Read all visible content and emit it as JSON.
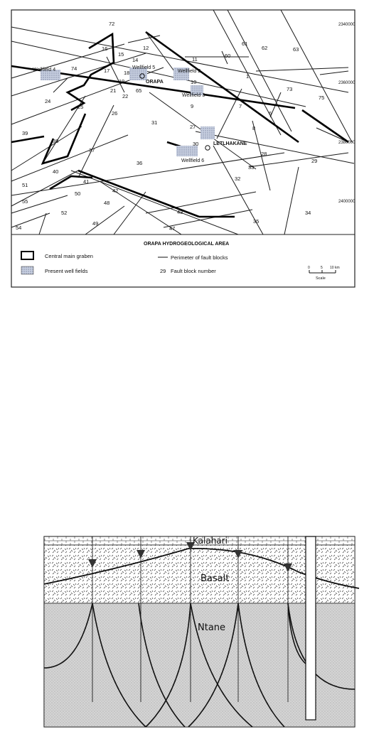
{
  "map": {
    "title": "ORAPA HYDROGEOLOGICAL AREA",
    "coords": [
      "2340000",
      "2360000",
      "2380000",
      "2400000"
    ],
    "labels": [
      {
        "id": "b72",
        "text": "72"
      },
      {
        "id": "b16",
        "text": "16"
      },
      {
        "id": "b15",
        "text": "15"
      },
      {
        "id": "b12",
        "text": "12"
      },
      {
        "id": "b11",
        "text": "11"
      },
      {
        "id": "b60",
        "text": "60"
      },
      {
        "id": "b61",
        "text": "61"
      },
      {
        "id": "b62",
        "text": "62"
      },
      {
        "id": "b63",
        "text": "63"
      },
      {
        "id": "b14",
        "text": "14"
      },
      {
        "id": "b17",
        "text": "17"
      },
      {
        "id": "b18",
        "text": "18"
      },
      {
        "id": "b19",
        "text": "19"
      },
      {
        "id": "b21",
        "text": "21"
      },
      {
        "id": "b22",
        "text": "22"
      },
      {
        "id": "b65",
        "text": "65"
      },
      {
        "id": "b10",
        "text": "10"
      },
      {
        "id": "b1",
        "text": "1"
      },
      {
        "id": "b73",
        "text": "73"
      },
      {
        "id": "b75",
        "text": "75"
      },
      {
        "id": "b74",
        "text": "74"
      },
      {
        "id": "b24",
        "text": "24"
      },
      {
        "id": "b25",
        "text": "25"
      },
      {
        "id": "b26",
        "text": "26"
      },
      {
        "id": "b9",
        "text": "9"
      },
      {
        "id": "b7",
        "text": "7"
      },
      {
        "id": "b6",
        "text": "6"
      },
      {
        "id": "b39",
        "text": "39"
      },
      {
        "id": "b31",
        "text": "31"
      },
      {
        "id": "b27",
        "text": "27"
      },
      {
        "id": "b8",
        "text": "8"
      },
      {
        "id": "b38",
        "text": "38"
      },
      {
        "id": "b37",
        "text": "37"
      },
      {
        "id": "b30",
        "text": "30"
      },
      {
        "id": "b36",
        "text": "36"
      },
      {
        "id": "b28",
        "text": "28"
      },
      {
        "id": "b29",
        "text": "29"
      },
      {
        "id": "b33",
        "text": "33"
      },
      {
        "id": "b40",
        "text": "40"
      },
      {
        "id": "b41",
        "text": "41"
      },
      {
        "id": "b51",
        "text": "51"
      },
      {
        "id": "b32",
        "text": "32"
      },
      {
        "id": "b42",
        "text": "42"
      },
      {
        "id": "b50",
        "text": "50"
      },
      {
        "id": "b55",
        "text": "55"
      },
      {
        "id": "b48",
        "text": "48"
      },
      {
        "id": "b52",
        "text": "52"
      },
      {
        "id": "b43",
        "text": "43"
      },
      {
        "id": "b34",
        "text": "34"
      },
      {
        "id": "b49",
        "text": "49"
      },
      {
        "id": "b35",
        "text": "35"
      },
      {
        "id": "b54",
        "text": "54"
      },
      {
        "id": "b47",
        "text": "47"
      }
    ],
    "places": {
      "wellfield4": "Wellfield 4",
      "wellfield5": "Wellfield 5",
      "wellfield2": "Wellfield 2",
      "wellfield3": "Wellfield 3",
      "wellfield6": "Wellfield 6",
      "orapa": "ORAPA",
      "letlhakane": "LETLHAKANE"
    },
    "legend": {
      "graben": "Central main graben",
      "wellfields": "Present well fields",
      "perimeter": "Perimeter of fault blocks",
      "block_sample": "29",
      "block": "Fault block number",
      "scale_ticks": [
        "0",
        "5",
        "10 km"
      ],
      "scale_label": "Scale"
    }
  },
  "section": {
    "layers": {
      "kalahari": "Kalahari",
      "basalt": "Basalt",
      "ntane": "Ntane"
    }
  },
  "colors": {
    "ink": "#111111",
    "ntane_fill": "#d4d4d4",
    "paper": "#ffffff"
  }
}
